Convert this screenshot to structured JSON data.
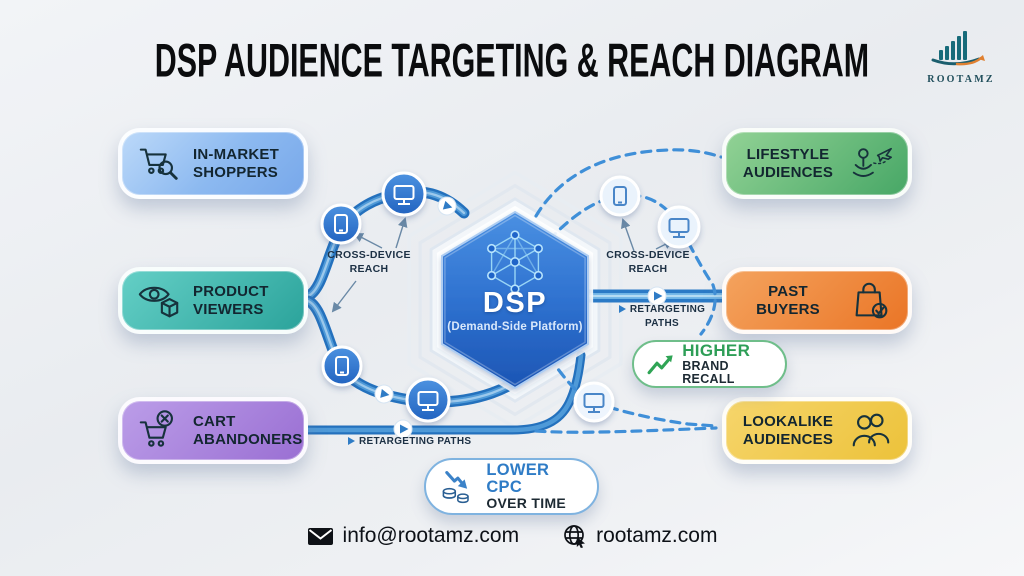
{
  "title": "DSP AUDIENCE TARGETING & REACH DIAGRAM",
  "logo": {
    "name": "ROOTAMZ"
  },
  "center": {
    "label": "DSP",
    "sublabel": "(Demand-Side Platform)",
    "icon": "network-nodes-icon"
  },
  "audiences": {
    "left": [
      {
        "label": "IN-MARKET SHOPPERS",
        "icon": "cart-search-icon",
        "gradient": [
          "#bcd9f9",
          "#78a8ea"
        ]
      },
      {
        "label": "PRODUCT VIEWERS",
        "icon": "eye-box-icon",
        "gradient": [
          "#64cfc6",
          "#2ba39b"
        ]
      },
      {
        "label": "CART ABANDONERS",
        "icon": "cart-cancel-icon",
        "gradient": [
          "#bb9de8",
          "#9a6fd3"
        ]
      }
    ],
    "right": [
      {
        "label": "LIFESTYLE AUDIENCES",
        "icon": "yoga-travel-icon",
        "gradient": [
          "#92d295",
          "#47a766"
        ]
      },
      {
        "label": "PAST BUYERS",
        "icon": "bag-check-icon",
        "gradient": [
          "#f4a35e",
          "#ea7526"
        ]
      },
      {
        "label": "LOOKALIKE AUDIENCES",
        "icon": "users-icon",
        "gradient": [
          "#f6d56b",
          "#ecc23a"
        ]
      }
    ]
  },
  "annotations": {
    "cross_device": "CROSS-DEVICE REACH",
    "retargeting": "RETARGETING PATHS"
  },
  "badges": {
    "brand_recall": {
      "highlight": "HIGHER",
      "rest": "BRAND RECALL",
      "icon": "trend-up-icon",
      "accent": "#2e9e57"
    },
    "cpc": {
      "highlight": "LOWER CPC",
      "rest": "OVER TIME",
      "icon": "coins-decrease-icon",
      "accent": "#2f7cc6"
    }
  },
  "footer": {
    "email": "info@rootamz.com",
    "website": "rootamz.com"
  },
  "colors": {
    "background": "#eef0f3",
    "title": "#0b0c0e",
    "solid_path_blue": "#2b79c5",
    "dashed_path_blue": "#3f8fd8",
    "hexagon_top": "#4a90e2",
    "hexagon_bottom": "#1c55b4",
    "device_circle_blue": "#2e74d0",
    "logo_teal": "#176b7a",
    "logo_orange": "#e08030"
  }
}
